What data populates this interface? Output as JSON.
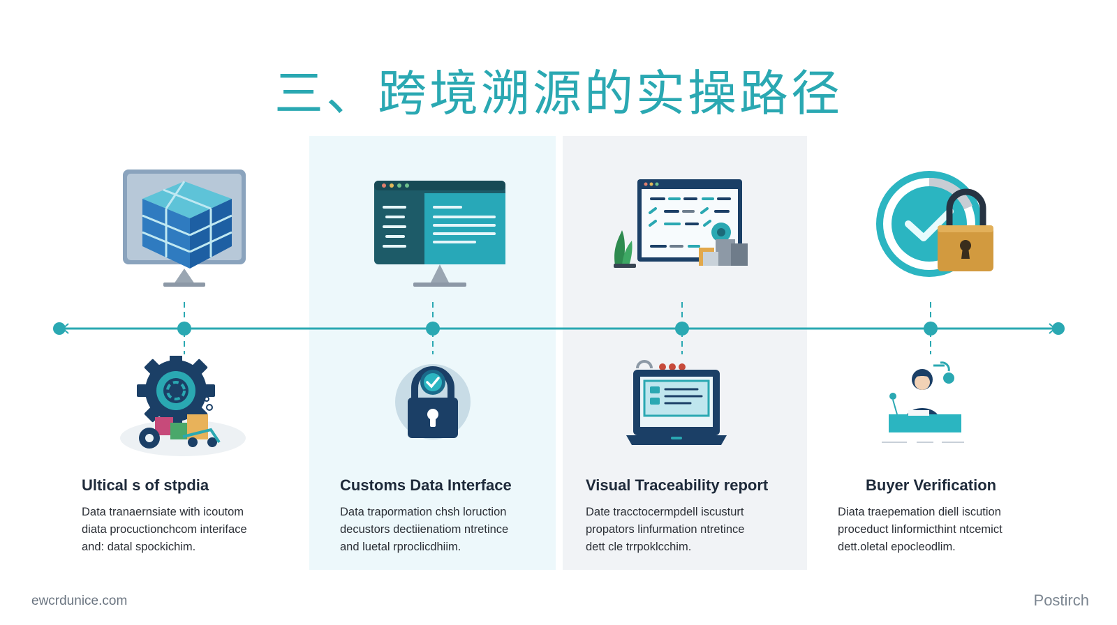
{
  "title": "三、跨境溯源的实操路径",
  "steps": [
    {
      "title": "Ultical s of stpdia",
      "desc": [
        "Data tranaernsiate with icoutom",
        "diata procuctionchcom interiface",
        "and: datal spockichim."
      ],
      "icon_top": "database-monitor-icon",
      "icon_bottom": "gear-logistics-icon"
    },
    {
      "title": "Customs Data Interface",
      "desc": [
        "Data trapormation chsh loruction",
        "decustors dectiienatiom ntretince",
        "and luetal rproclicdhiim."
      ],
      "icon_top": "code-monitor-icon",
      "icon_bottom": "secure-lock-icon"
    },
    {
      "title": "Visual Traceability report",
      "desc": [
        "Date tracctocermpdell iscusturt",
        "propators linfurmation ntretince",
        "dett cle trrpoklcchim."
      ],
      "icon_top": "report-dashboard-icon",
      "icon_bottom": "laptop-report-icon"
    },
    {
      "title": "Buyer Verification",
      "desc": [
        "Diata traepemation diell iscution",
        "proceduct linformicthint ntcemict",
        "dett.oletal epocleodlim."
      ],
      "icon_top": "verified-lock-icon",
      "icon_bottom": "buyer-person-icon"
    }
  ],
  "footer": {
    "left": "ewcrdunice.com",
    "right": "Postirch"
  },
  "colors": {
    "accent": "#2aa8b2",
    "navy": "#1b3f66",
    "dark_text": "#1e2a3a"
  }
}
